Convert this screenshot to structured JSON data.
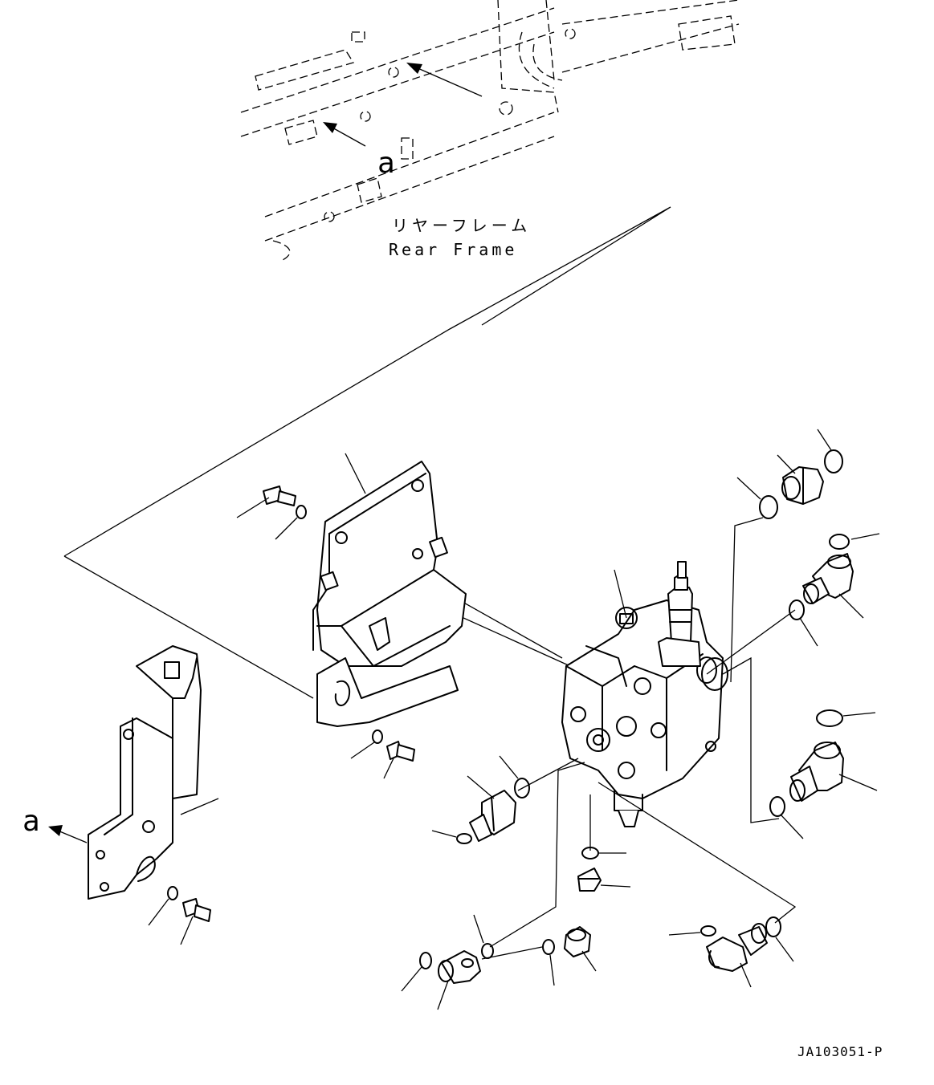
{
  "labels": {
    "frame_jp": "リヤーフレーム",
    "frame_en": "Rear Frame",
    "ref_a_top": "a",
    "ref_a_left": "a",
    "drawing_code": "JA103051-P"
  },
  "colors": {
    "line": "#000000",
    "background": "#ffffff"
  }
}
